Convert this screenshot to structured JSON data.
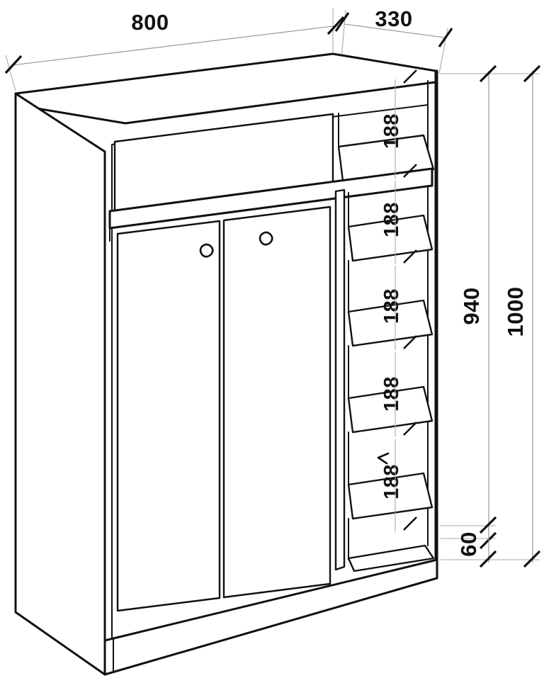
{
  "drawing": {
    "title": "Cabinet isometric dimensioned drawing",
    "units": "mm",
    "stroke_color": "#111111",
    "dimension_color": "#8d8d8d",
    "background": "#ffffff"
  },
  "dimensions": {
    "width": {
      "label": "800",
      "name": "overall-width",
      "orientation": "horizontal",
      "position": "top-left"
    },
    "depth": {
      "label": "330",
      "name": "overall-depth",
      "orientation": "horizontal",
      "position": "top-right"
    },
    "interior_height": {
      "label": "940",
      "name": "interior-height",
      "orientation": "vertical",
      "position": "right-inner"
    },
    "overall_height": {
      "label": "1000",
      "name": "overall-height",
      "orientation": "vertical",
      "position": "right-outer"
    },
    "plinth_height": {
      "label": "60",
      "name": "plinth-height",
      "orientation": "vertical",
      "position": "right-bottom"
    }
  },
  "shelf_openings": [
    {
      "label": "188",
      "name": "shelf-opening-1"
    },
    {
      "label": "188",
      "name": "shelf-opening-2"
    },
    {
      "label": "188",
      "name": "shelf-opening-3"
    },
    {
      "label": "188",
      "name": "shelf-opening-4"
    },
    {
      "label": "188",
      "name": "shelf-opening-5"
    }
  ],
  "components": {
    "top_panel": "top-panel",
    "left_side_panel": "left-side-panel",
    "right_side_panel": "right-side-panel",
    "upper_open_compartment": "upper-open-compartment",
    "horizontal_divider": "horizontal-divider-shelf",
    "vertical_divider": "vertical-divider-panel",
    "left_door": "left-door",
    "right_door": "right-door",
    "plinth": "plinth-base",
    "knobs": [
      "left-door-knob",
      "right-door-knob"
    ]
  }
}
